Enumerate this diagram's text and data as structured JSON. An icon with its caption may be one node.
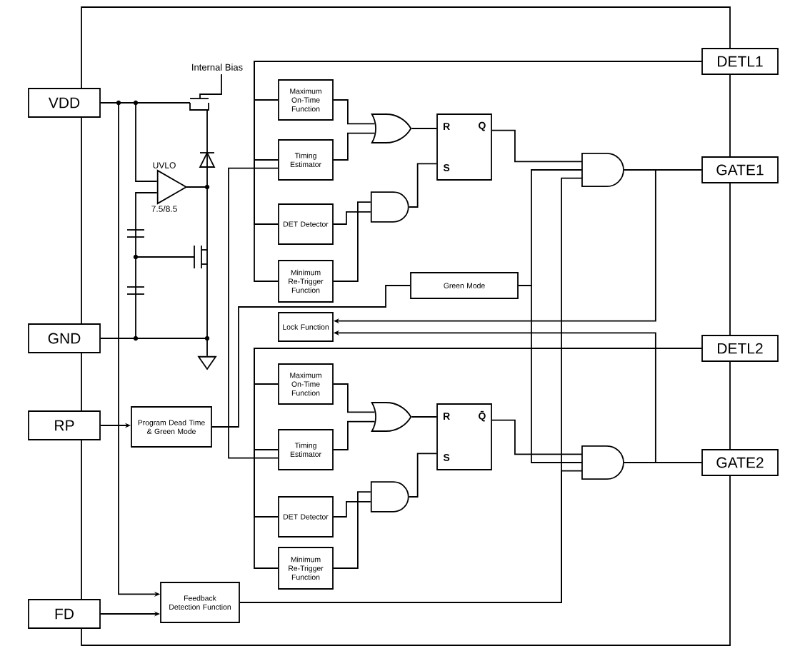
{
  "diagram": {
    "nodes": [
      {
        "text": [
          "VDD"
        ]
      },
      {
        "text": [
          "GND"
        ]
      },
      {
        "text": [
          "RP"
        ]
      },
      {
        "text": [
          "FD"
        ]
      },
      {
        "text": [
          "DETL1"
        ]
      },
      {
        "text": [
          "GATE1"
        ]
      },
      {
        "text": [
          "DETL2"
        ]
      },
      {
        "text": [
          "GATE2"
        ]
      },
      {
        "text": [],
        "shape": "triangle",
        "beside": [
          "UVLO",
          "7.5/8.5"
        ]
      },
      {
        "text": [
          "Maximum On-Time Function"
        ]
      },
      {
        "text": [
          "Timing Estimator"
        ]
      },
      {
        "text": [],
        "shape": "or-gate"
      },
      {
        "text": [
          "R",
          "Q",
          "S"
        ]
      },
      {
        "text": [
          "DET Detector"
        ]
      },
      {
        "text": [],
        "shape": "and-gate"
      },
      {
        "text": [
          "Minimum Re-Trigger Function"
        ]
      },
      {
        "text": [],
        "shape": "and-gate"
      },
      {
        "text": [
          "Green Mode"
        ]
      },
      {
        "text": [
          "Lock Function"
        ]
      },
      {
        "text": [
          "Maximum On-Time Function"
        ]
      },
      {
        "text": [
          "Timing Estimator"
        ]
      },
      {
        "text": [],
        "shape": "or-gate"
      },
      {
        "text": [
          "R",
          "Q̄",
          "S"
        ]
      },
      {
        "text": [
          "DET Detector"
        ]
      },
      {
        "text": [],
        "shape": "and-gate"
      },
      {
        "text": [
          "Minimum Re-Trigger Function"
        ]
      },
      {
        "text": [],
        "shape": "and-gate"
      },
      {
        "text": [
          "Program Dead Time & Green Mode"
        ]
      },
      {
        "text": [
          "Feedback Detection Function"
        ]
      },
      {
        "text": [],
        "shape": "ground"
      }
    ],
    "edges": [
      {
        "from": 9,
        "to": 11,
        "arrow": "none"
      },
      {
        "from": 10,
        "to": 11,
        "arrow": "none"
      },
      {
        "from": 11,
        "to": 12,
        "arrow": "none"
      },
      {
        "from": 13,
        "to": 14,
        "arrow": "none"
      },
      {
        "from": 15,
        "to": 14,
        "arrow": "none"
      },
      {
        "from": 14,
        "to": 12,
        "arrow": "none"
      },
      {
        "from": 12,
        "to": 16,
        "arrow": "none"
      },
      {
        "from": 16,
        "to": 5,
        "arrow": "none"
      },
      {
        "from": 17,
        "to": 16,
        "arrow": "none"
      },
      {
        "from": 17,
        "to": 26,
        "arrow": "none"
      },
      {
        "from": 28,
        "to": 16,
        "arrow": "none"
      },
      {
        "from": 28,
        "to": 26,
        "arrow": "none"
      },
      {
        "from": 16,
        "to": 18,
        "arrow": "to"
      },
      {
        "from": 26,
        "to": 18,
        "arrow": "to"
      },
      {
        "from": 4,
        "to": 9,
        "arrow": "none"
      },
      {
        "from": 4,
        "to": 10,
        "arrow": "none"
      },
      {
        "from": 4,
        "to": 13,
        "arrow": "none"
      },
      {
        "from": 4,
        "to": 15,
        "arrow": "none"
      },
      {
        "from": 19,
        "to": 21,
        "arrow": "none"
      },
      {
        "from": 20,
        "to": 21,
        "arrow": "none"
      },
      {
        "from": 21,
        "to": 22,
        "arrow": "none"
      },
      {
        "from": 23,
        "to": 24,
        "arrow": "none"
      },
      {
        "from": 25,
        "to": 24,
        "arrow": "none"
      },
      {
        "from": 24,
        "to": 22,
        "arrow": "none"
      },
      {
        "from": 22,
        "to": 26,
        "arrow": "none"
      },
      {
        "from": 26,
        "to": 7,
        "arrow": "none"
      },
      {
        "from": 6,
        "to": 19,
        "arrow": "none"
      },
      {
        "from": 6,
        "to": 20,
        "arrow": "none"
      },
      {
        "from": 6,
        "to": 23,
        "arrow": "none"
      },
      {
        "from": 6,
        "to": 25,
        "arrow": "none"
      },
      {
        "from": 2,
        "to": 27,
        "arrow": "to"
      },
      {
        "from": 3,
        "to": 28,
        "arrow": "to"
      },
      {
        "from": 0,
        "to": 28,
        "arrow": "to"
      },
      {
        "from": 27,
        "to": 10,
        "arrow": "none"
      },
      {
        "from": 27,
        "to": 20,
        "arrow": "none"
      },
      {
        "from": 27,
        "to": 17,
        "arrow": "none"
      },
      {
        "from": 0,
        "to": 8,
        "arrow": "none"
      },
      {
        "from": 1,
        "to": 29,
        "arrow": "none"
      },
      {
        "from": 8,
        "to": 1,
        "arrow": "none"
      }
    ],
    "labels": [
      "Internal Bias"
    ]
  }
}
